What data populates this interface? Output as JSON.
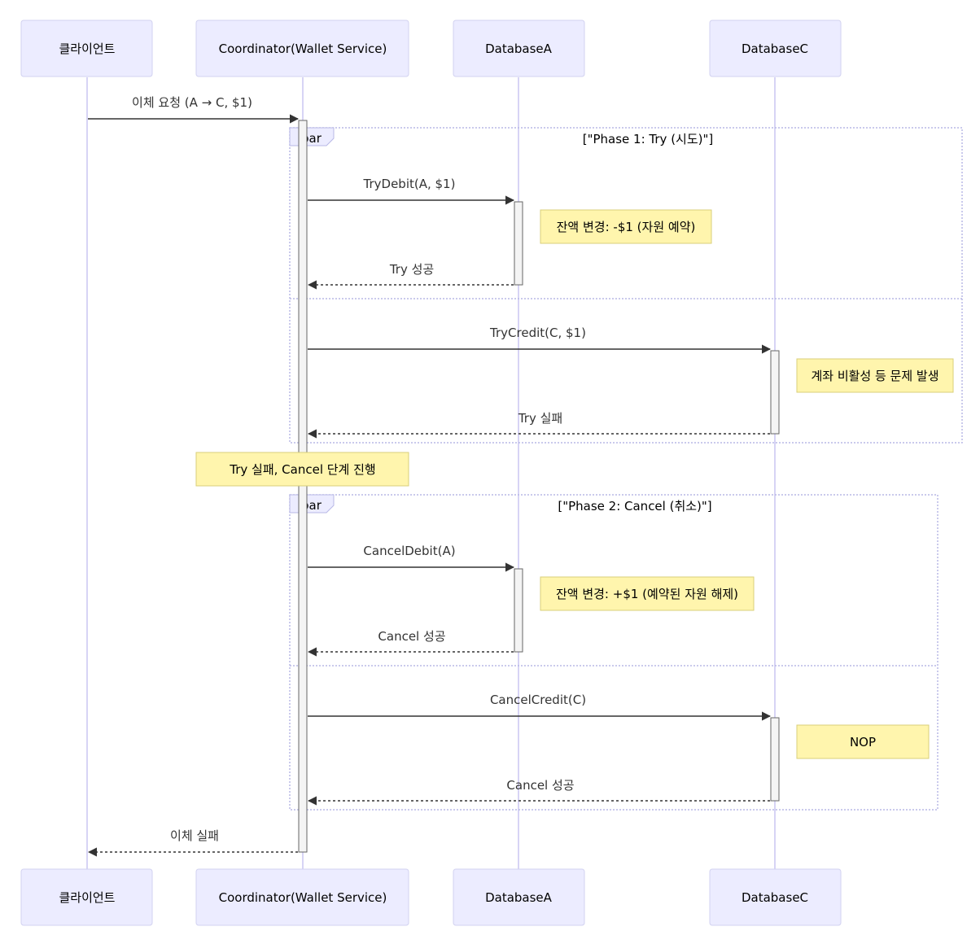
{
  "actors": [
    {
      "id": "client",
      "label": "클라이언트"
    },
    {
      "id": "coord",
      "label": "Coordinator(Wallet Service)"
    },
    {
      "id": "dbA",
      "label": "DatabaseA"
    },
    {
      "id": "dbC",
      "label": "DatabaseC"
    }
  ],
  "messages": {
    "m1": "이체 요청 (A → C, $1)",
    "m2": "TryDebit(A, $1)",
    "m3": "Try 성공",
    "m4": "TryCredit(C, $1)",
    "m5": "Try 실패",
    "m6": "CancelDebit(A)",
    "m7": "Cancel 성공",
    "m8": "CancelCredit(C)",
    "m9": "Cancel 성공",
    "m10": "이체 실패"
  },
  "notes": {
    "n1": "잔액 변경: -$1 (자원 예약)",
    "n2": "계좌 비활성 등 문제 발생",
    "n3": "Try 실패, Cancel 단계 진행",
    "n4": "잔액 변경: +$1 (예약된 자원 해제)",
    "n5": "NOP"
  },
  "frames": {
    "f1": {
      "type": "par",
      "condition": "[\"Phase 1: Try (시도)\"]"
    },
    "f2": {
      "type": "par",
      "condition": "[\"Phase 2: Cancel (취소)\"]"
    }
  },
  "colors": {
    "actor_fill": "#ECECFF",
    "note_fill": "#FFF5AD",
    "lifeline": "#D7D4F5"
  }
}
